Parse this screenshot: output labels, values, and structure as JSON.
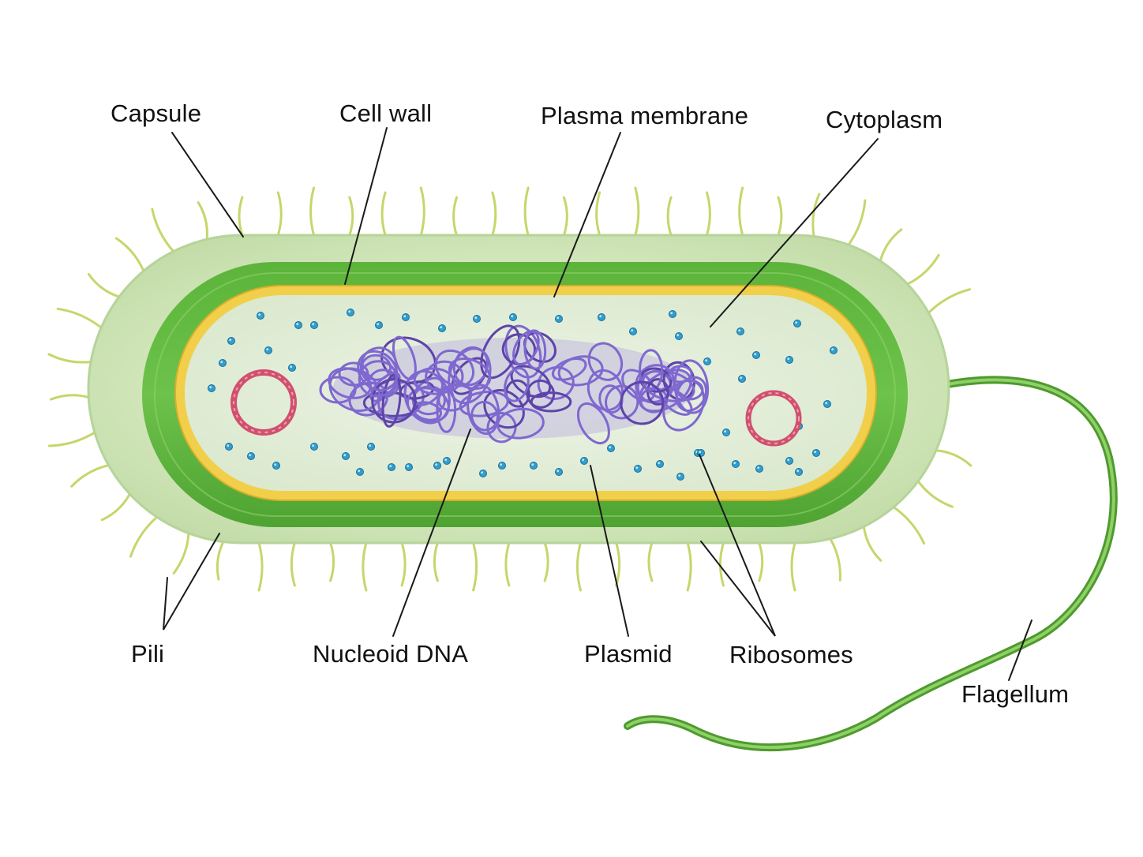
{
  "labels": {
    "capsule": "Capsule",
    "cell_wall": "Cell wall",
    "plasma_membrane": "Plasma membrane",
    "cytoplasm": "Cytoplasm",
    "pili": "Pili",
    "nucleoid_dna": "Nucleoid DNA",
    "plasmid": "Plasmid",
    "ribosomes": "Ribosomes",
    "flagellum": "Flagellum"
  },
  "colors": {
    "capsule_fill": "#dcebc6",
    "capsule_edge": "#b9d79c",
    "cell_wall": "#5fb63f",
    "plasma_membrane": "#f2cf4a",
    "cytoplasm": "#e6efdc",
    "nucleoid": "#7a63c8",
    "plasmid": "#d0506e",
    "ribosome": "#2f9fd0",
    "pili": "#c8d86a",
    "flagellum": "#63b23c"
  },
  "icons": {
    "nucleoid": "tangled-dna-icon",
    "plasmid": "ring-plasmid-icon",
    "ribosome": "dot-ribosome-icon",
    "pilus": "hair-pilus-icon",
    "flagellum": "whip-flagellum-icon"
  }
}
